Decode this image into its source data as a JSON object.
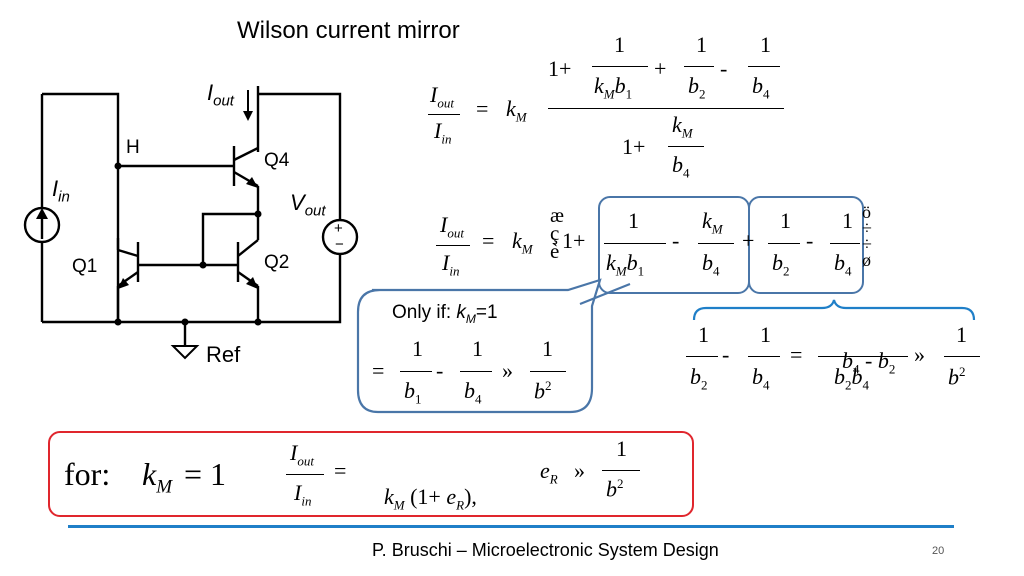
{
  "slide": {
    "title": "Wilson current mirror",
    "footer": "P. Bruschi – Microelectronic System Design",
    "page_number": "20"
  },
  "circuit": {
    "labels": {
      "iout": "I",
      "iout_sub": "out",
      "iin": "I",
      "iin_sub": "in",
      "vout": "V",
      "vout_sub": "out",
      "node_h": "H",
      "q1": "Q1",
      "q2": "Q2",
      "q4": "Q4",
      "ref": "Ref",
      "plus": "+",
      "minus": "−"
    }
  },
  "equations": {
    "eq1": {
      "lhs_num": "I",
      "lhs_num_sub": "out",
      "lhs_den": "I",
      "lhs_den_sub": "in",
      "eq": "=",
      "k": "k",
      "k_sub": "M",
      "num_one_plus": "1+",
      "t1_num": "1",
      "t1_den_k": "k",
      "t1_den_k_sub": "M",
      "t1_den_b": "b",
      "t1_den_b_sub": "1",
      "plus": "+",
      "t2_num": "1",
      "t2_den": "b",
      "t2_den_sub": "2",
      "minus": "-",
      "t3_num": "1",
      "t3_den": "b",
      "t3_den_sub": "4",
      "den_one_plus": "1+",
      "d_num": "k",
      "d_num_sub": "M",
      "d_den": "b",
      "d_den_sub": "4"
    },
    "eq2": {
      "lhs_num": "I",
      "lhs_num_sub": "out",
      "lhs_den": "I",
      "lhs_den_sub": "in",
      "eq": "=",
      "k": "k",
      "k_sub": "M",
      "paren_glyphs": "æ\nç\nè",
      "one_plus": "1+",
      "a_num": "1",
      "a_den_k": "k",
      "a_den_k_sub": "M",
      "a_den_b": "b",
      "a_den_b_sub": "1",
      "minus": "-",
      "b_num": "k",
      "b_num_sub": "M",
      "b_den": "b",
      "b_den_sub": "4",
      "plus": "+",
      "c_num": "1",
      "c_den": "b",
      "c_den_sub": "2",
      "minus2": "-",
      "d_num": "1",
      "d_den": "b",
      "d_den_sub": "4",
      "close_glyphs": "ö\n÷\n÷\nø"
    },
    "only_if": {
      "label": "Only if: ",
      "k": "k",
      "k_sub": "M",
      "value": "=1",
      "eq": "=",
      "n1": "1",
      "d1": "b",
      "d1_sub": "1",
      "minus": "-",
      "n2": "1",
      "d2": "b",
      "d2_sub": "4",
      "approx": "»",
      "n3": "1",
      "d3": "b",
      "d3_sup": "2"
    },
    "right": {
      "n1": "1",
      "d1": "b",
      "d1_sub": "2",
      "minus": "-",
      "n2": "1",
      "d2": "b",
      "d2_sub": "4",
      "eq": "=",
      "n3a": "b",
      "n3a_sub": "4",
      "n3_minus": " - ",
      "n3b": "b",
      "n3b_sub": "2",
      "d3a": "b",
      "d3a_sub": "2",
      "d3b": "b",
      "d3b_sub": "4",
      "approx": "»",
      "n4": "1",
      "d4": "b",
      "d4_sup": "2"
    },
    "final": {
      "for_label": "for:",
      "k": "k",
      "k_sub": "M",
      "eq_one": "= 1",
      "lhs_num": "I",
      "lhs_num_sub": "out",
      "lhs_den": "I",
      "lhs_den_sub": "in",
      "eq": "=",
      "k2": "k",
      "k2_sub": "M",
      "paren": "(1+",
      "e": "e",
      "e_sub": "R",
      "close": "),",
      "e2": "e",
      "e2_sub": "R",
      "approx": "»",
      "n": "1",
      "d": "b",
      "d_sup": "2"
    }
  },
  "colors": {
    "blue_box": "#4a76a8",
    "red_box": "#e0262d",
    "footer_line": "#1f7fc8"
  }
}
